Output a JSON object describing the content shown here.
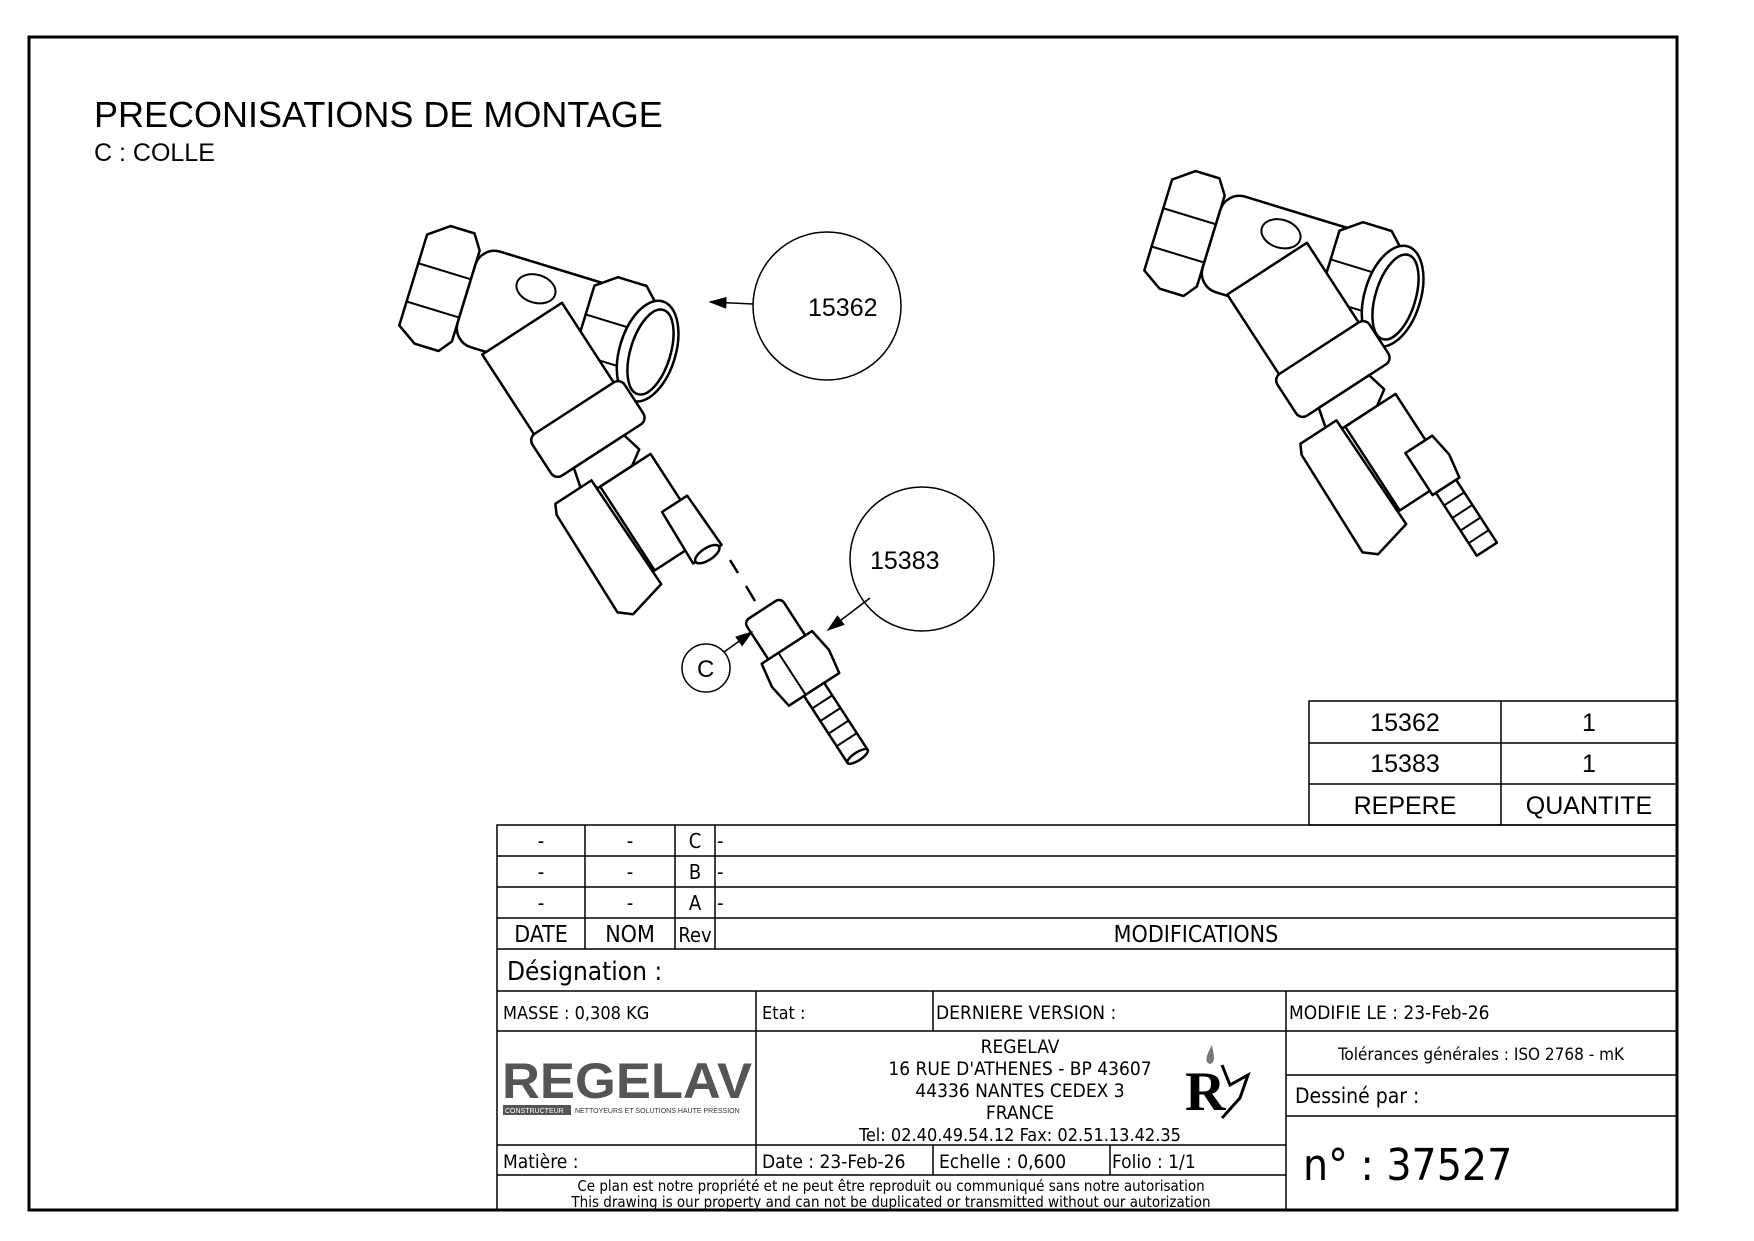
{
  "header": {
    "title": "PRECONISATIONS DE MONTAGE",
    "subtitle": "C : COLLE"
  },
  "callouts": [
    {
      "label": "15362"
    },
    {
      "label": "15383"
    },
    {
      "label": "C"
    }
  ],
  "parts_table": {
    "rows": [
      {
        "repere": "15362",
        "quantite": "1"
      },
      {
        "repere": "15383",
        "quantite": "1"
      }
    ],
    "headers": {
      "repere": "REPERE",
      "quantite": "QUANTITE"
    }
  },
  "revisions": {
    "rows": [
      {
        "date": "-",
        "nom": "-",
        "rev": "C",
        "modification": "-"
      },
      {
        "date": "-",
        "nom": "-",
        "rev": "B",
        "modification": "-"
      },
      {
        "date": "-",
        "nom": "-",
        "rev": "A",
        "modification": "-"
      }
    ],
    "headers": {
      "date": "DATE",
      "nom": "NOM",
      "rev": "Rev",
      "modifications": "MODIFICATIONS"
    }
  },
  "title_block": {
    "designation": "Désignation :",
    "masse": "MASSE : 0,308 KG",
    "etat": "Etat :",
    "derniere_version": "DERNIERE VERSION :",
    "modifie_le": "MODIFIE LE : 23-Feb-26",
    "company": {
      "logo_text": "REGELAV",
      "logo_badge": "CONSTRUCTEUR",
      "logo_tagline": "NETTOYEURS ET SOLUTIONS HAUTE PRESSION",
      "name": "REGELAV",
      "address1": "16 RUE D'ATHENES - BP 43607",
      "address2": "44336 NANTES CEDEX 3",
      "country": "FRANCE",
      "contact": "Tel:   02.40.49.54.12   Fax:   02.51.13.42.35"
    },
    "tolerances": "Tolérances générales : ISO 2768 - mK",
    "dessine_par": "Dessiné par :",
    "matiere": "Matière :",
    "date": "Date : 23-Feb-26",
    "echelle": "Echelle : 0,600",
    "folio": "Folio : 1/1",
    "number": "n° : 37527",
    "notice_fr": "Ce plan est notre propriété et ne peut être reproduit ou communiqué sans notre autorisation",
    "notice_en": "This drawing is our property and can not be duplicated or transmitted without our autorization"
  }
}
